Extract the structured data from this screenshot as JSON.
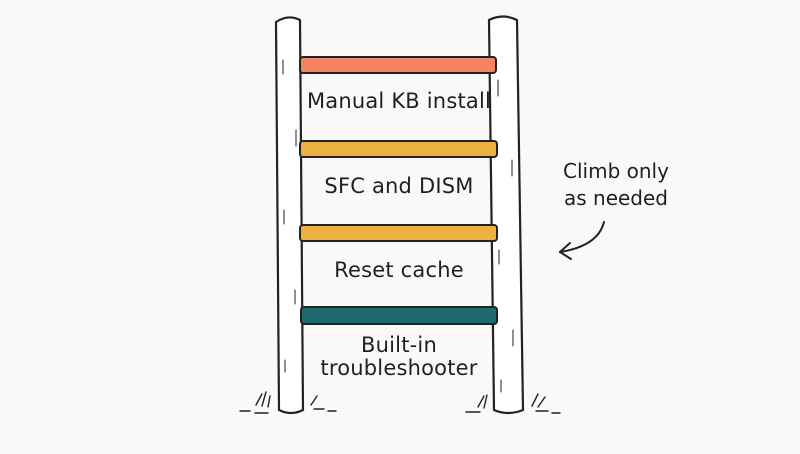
{
  "rungs": [
    {
      "label": "Manual KB install",
      "color": "#f4845f"
    },
    {
      "label": "SFC and DISM",
      "color": "#ecb13f"
    },
    {
      "label": "Reset cache",
      "color": "#ecb13f"
    },
    {
      "label": "Built-in troubleshooter",
      "label_line1": "Built-in",
      "label_line2": "troubleshooter",
      "color": "#1f6b6b"
    }
  ],
  "annotation": {
    "line1": "Climb only",
    "line2": "as needed"
  },
  "colors": {
    "post_fill": "#ffffff",
    "outline": "#222222",
    "background": "#fbf9f8"
  }
}
